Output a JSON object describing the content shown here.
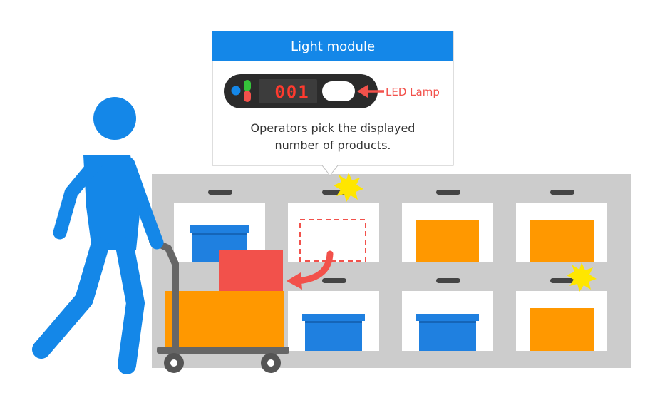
{
  "callout": {
    "title": "Light module",
    "description_line1": "Operators pick the displayed",
    "description_line2": "number of products."
  },
  "light_module": {
    "display_value": "001",
    "lamp_label": "LED Lamp"
  },
  "icons": [
    "person-icon",
    "cart-icon",
    "box-icon",
    "light-burst-icon",
    "arrow-icon"
  ],
  "colors": {
    "accent_blue": "#1487e8",
    "box_blue": "#1f80e0",
    "box_orange": "#ff9800",
    "box_red": "#f2514b",
    "led_red": "#ff3a2e",
    "lamp_label_red": "#f2514b",
    "shelf_gray": "#cccccc",
    "burst_yellow": "#ffe600"
  }
}
